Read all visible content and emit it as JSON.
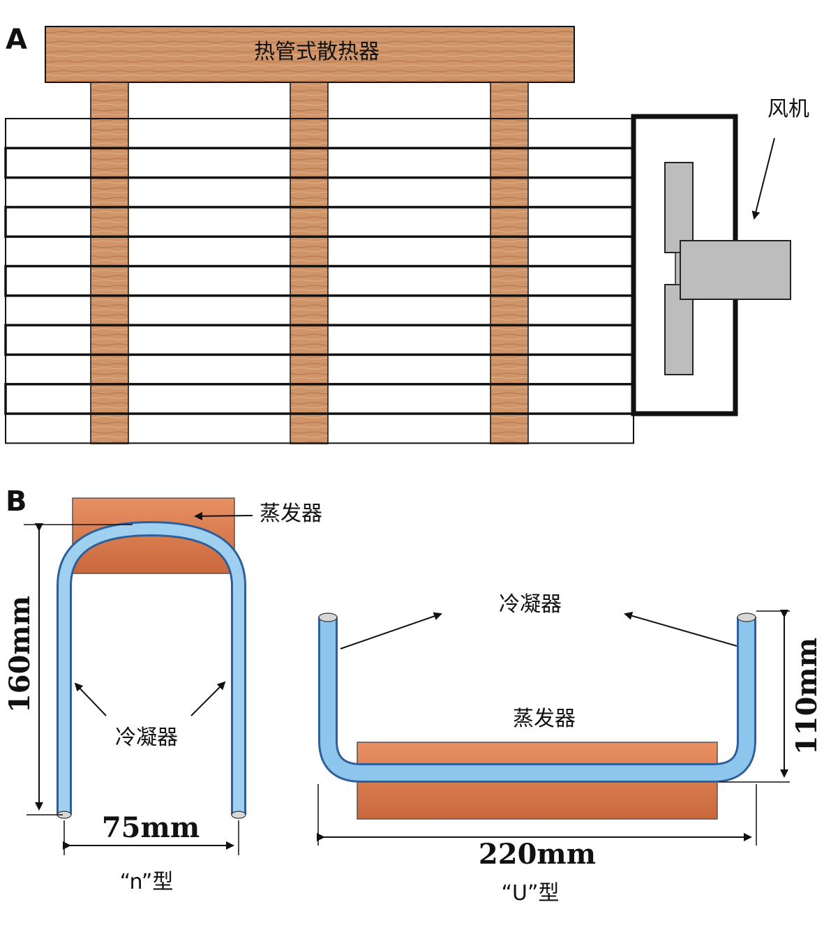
{
  "panel_a": {
    "letter": "A",
    "heat_sink_label": "热管式散热器",
    "fan_label": "风机"
  },
  "panel_b": {
    "letter": "B",
    "n_type": {
      "evaporator_label": "蒸发器",
      "condenser_label": "冷凝器",
      "height_dim": "160mm",
      "width_dim": "75mm",
      "type_label": "“n”型"
    },
    "u_type": {
      "evaporator_label": "蒸发器",
      "condenser_label": "冷凝器",
      "height_dim": "110mm",
      "width_dim": "220mm",
      "type_label": "“U”型"
    }
  },
  "colors": {
    "wood": "#c98a5c",
    "copper": "#d9784a",
    "pipe": "#6aa6d9",
    "fan_gray": "#bdbdbd"
  }
}
